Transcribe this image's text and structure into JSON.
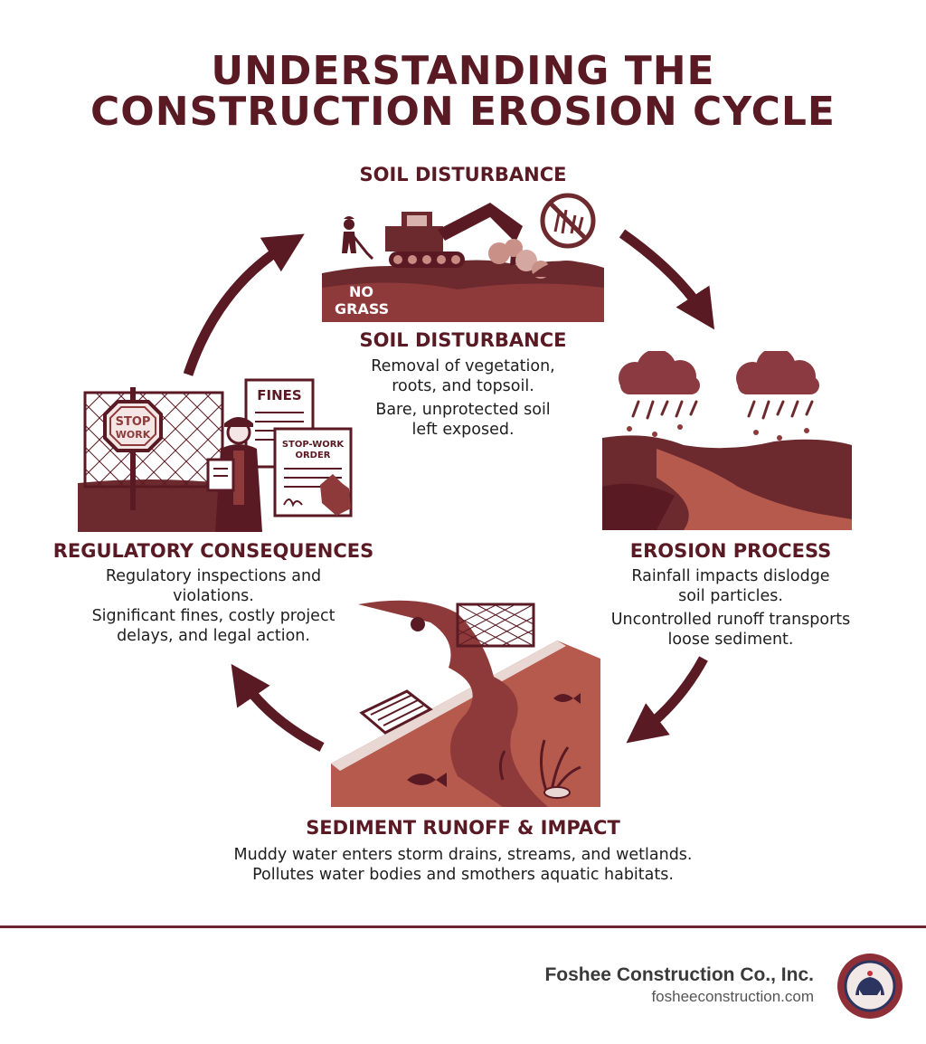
{
  "title": {
    "line1": "UNDERSTANDING THE",
    "line2": "CONSTRUCTION EROSION CYCLE"
  },
  "stages": {
    "soil_disturbance": {
      "header": "SOIL DISTURBANCE",
      "title": "SOIL DISTURBANCE",
      "line1": "Removal of vegetation,",
      "line2": "roots, and topsoil.",
      "line3": "Bare, unprotected soil",
      "line4": "left exposed.",
      "sign_label": "NO GRASS"
    },
    "erosion_process": {
      "title": "EROSION PROCESS",
      "line1": "Rainfall impacts dislodge",
      "line2": "soil particles.",
      "line3": "Uncontrolled runoff transports",
      "line4": "loose sediment."
    },
    "sediment_runoff": {
      "title": "SEDIMENT RUNOFF & IMPACT",
      "line1": "Muddy water enters storm drains, streams, and wetlands.",
      "line2": "Pollutes water bodies and smothers aquatic habitats."
    },
    "regulatory": {
      "title": "REGULATORY CONSEQUENCES",
      "line1": "Regulatory inspections and",
      "line2": "violations.",
      "line3": "Significant fines, costly project",
      "line4": "delays, and legal action.",
      "stop_sign": "STOP WORK",
      "fines_doc": "FINES",
      "stop_order_doc": "STOP-WORK ORDER"
    }
  },
  "footer": {
    "company": "Foshee Construction Co., Inc.",
    "website": "fosheeconstruction.com"
  },
  "colors": {
    "maroon": "#5a1a24",
    "soil": "#8e3a3a",
    "soil_light": "#b65a4e",
    "cloud": "#8a3a40"
  }
}
